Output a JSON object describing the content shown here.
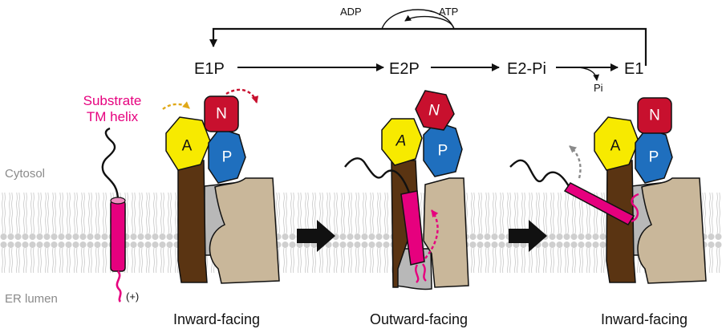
{
  "cycle": {
    "states": [
      "E1P",
      "E2P",
      "E2-Pi",
      "E1"
    ],
    "atp_label": "ATP",
    "adp_label": "ADP",
    "pi_label": "Pi"
  },
  "labels": {
    "cytosol": "Cytosol",
    "er_lumen": "ER lumen",
    "substrate_line1": "Substrate",
    "substrate_line2": "TM helix",
    "charge": "(+)"
  },
  "domains": {
    "actuator": "A",
    "nucleotide": "N",
    "phosphorylation": "P"
  },
  "captions": [
    "Inward-facing",
    "Outward-facing",
    "Inward-facing"
  ],
  "colors": {
    "actuator": "#f7ea00",
    "nucleotide": "#c8102e",
    "phosphorylation": "#1f6fbe",
    "tm_brown": "#5a3412",
    "tm_tan": "#c9b79a",
    "substrate": "#e6007e",
    "membrane": "#c8c8c8",
    "cavity": "#b8b8b8"
  }
}
